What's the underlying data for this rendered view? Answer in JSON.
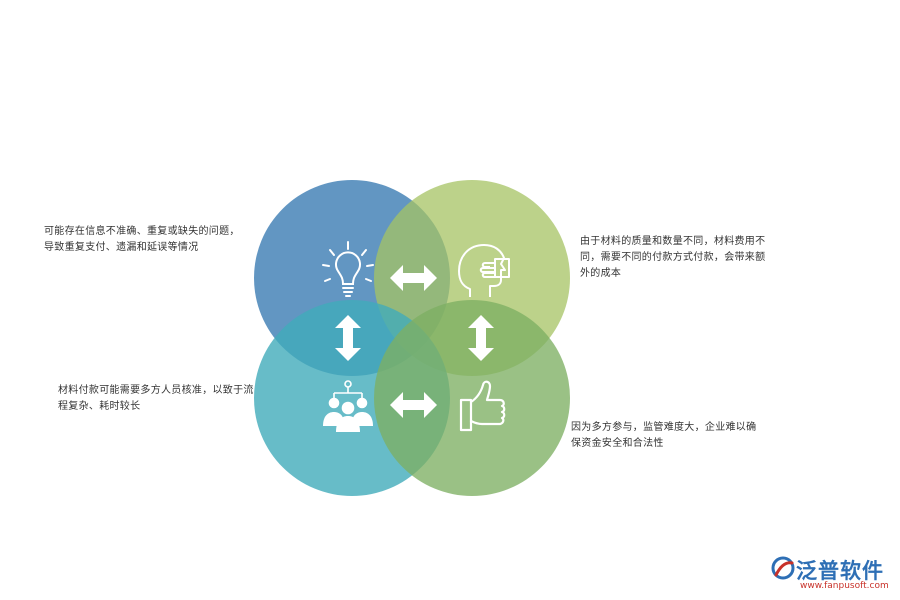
{
  "circles": [
    {
      "id": "top-left",
      "color": "#3f7fb5"
    },
    {
      "id": "top-right",
      "color": "#a5c363"
    },
    {
      "id": "bottom-left",
      "color": "#41abba"
    },
    {
      "id": "bottom-right",
      "color": "#7eb063"
    }
  ],
  "icons": {
    "top_left": "lightbulb-icon",
    "top_right": "head-hand-icon",
    "bottom_left": "team-network-icon",
    "bottom_right": "thumbs-up-icon",
    "arrows": "double-arrow-icon"
  },
  "notes": {
    "top_left": "可能存在信息不准确、重复或缺失的问题，导致重复支付、遗漏和延误等情况",
    "top_right": "由于材料的质量和数量不同，材料费用不同，需要不同的付款方式付款，会带来额外的成本",
    "bottom_left": "材料付款可能需要多方人员核准，以致于流程复杂、耗时较长",
    "bottom_right": "因为多方参与，监管难度大，企业难以确保资金安全和合法性"
  },
  "logo": {
    "name": "泛普软件",
    "url": "www.fanpusoft.com",
    "color": "#2e6fb5"
  }
}
